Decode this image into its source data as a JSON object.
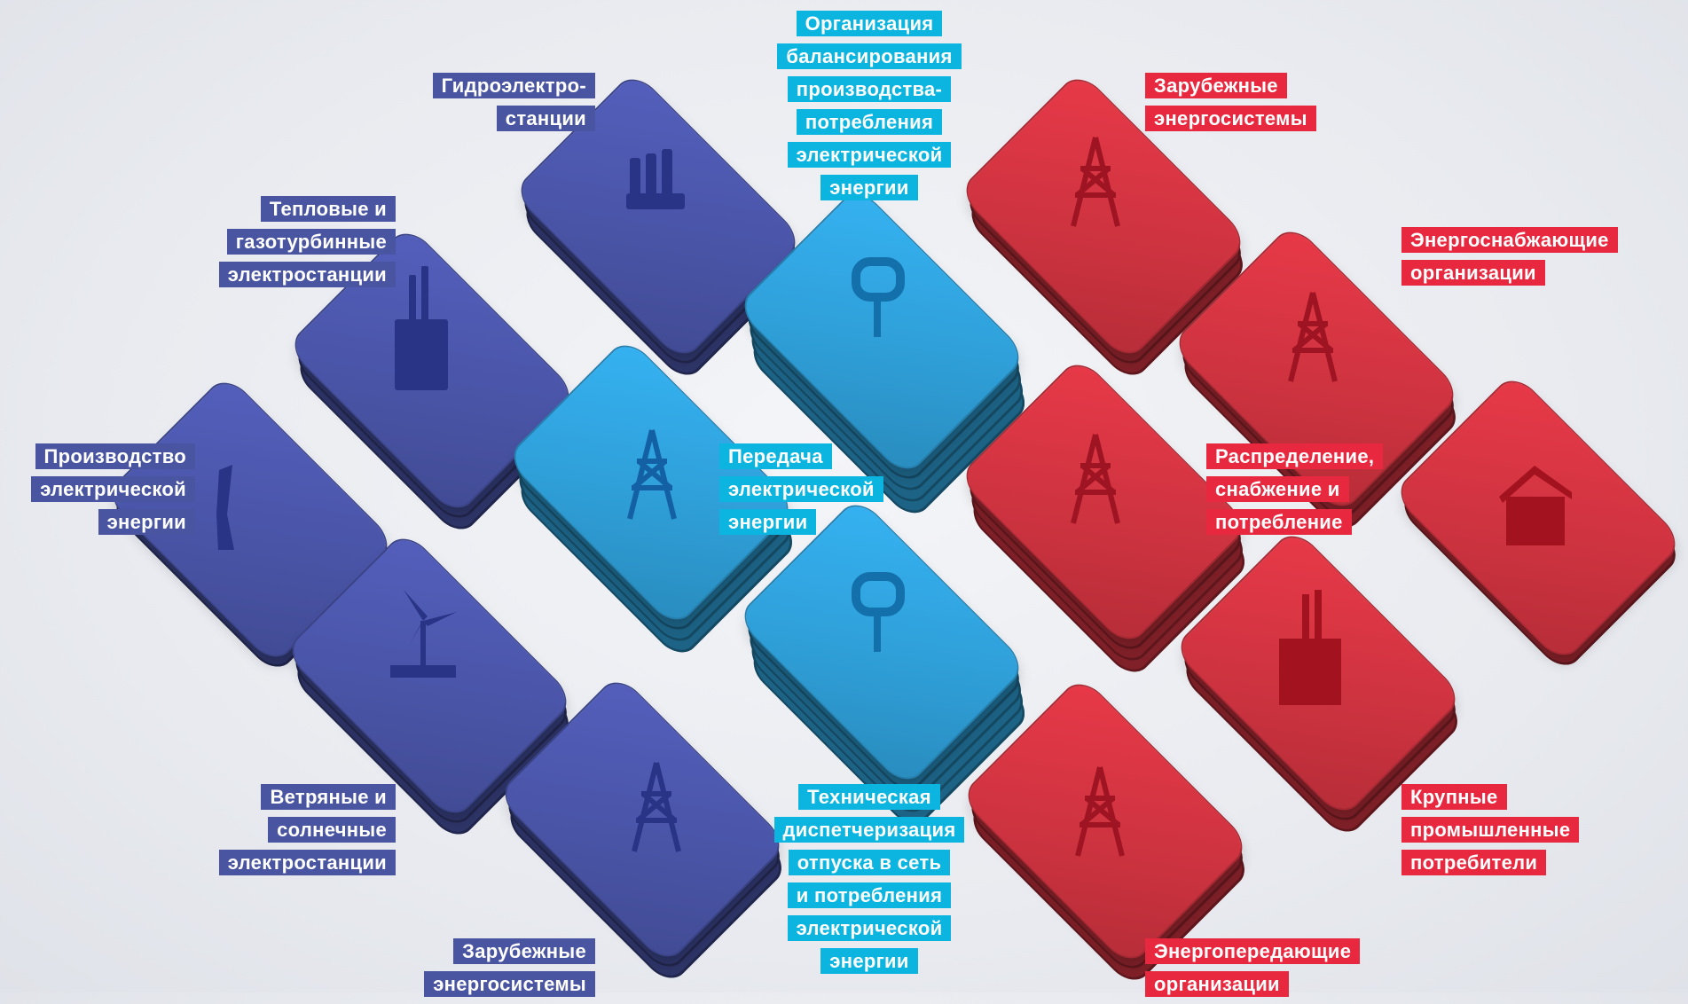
{
  "colors": {
    "navy_tile": "#4a55a8",
    "cyan_tile": "#2f9fd8",
    "red_tile": "#cf3340",
    "navy_label": "#4a55a2",
    "cyan_label": "#0bb5df",
    "red_label": "#e8283f"
  },
  "tiles": [
    {
      "id": "hydro",
      "color": "navy",
      "icon": "hydro-plant-icon"
    },
    {
      "id": "thermal",
      "color": "navy",
      "icon": "thermal-plant-icon"
    },
    {
      "id": "production",
      "color": "navy",
      "icon": "power-plug-icon"
    },
    {
      "id": "wind-solar",
      "color": "navy",
      "icon": "wind-turbine-icon"
    },
    {
      "id": "foreign-left",
      "color": "navy",
      "icon": "transmission-tower-icon"
    },
    {
      "id": "balancing-org",
      "color": "cyan",
      "icon": "plug-icon"
    },
    {
      "id": "transmission",
      "color": "cyan",
      "icon": "transmission-tower-icon"
    },
    {
      "id": "dispatch",
      "color": "cyan",
      "icon": "plug-icon"
    },
    {
      "id": "foreign-right",
      "color": "red",
      "icon": "transmission-tower-icon"
    },
    {
      "id": "supply-orgs",
      "color": "red",
      "icon": "transmission-tower-icon"
    },
    {
      "id": "distribution",
      "color": "red",
      "icon": "transmission-tower-icon"
    },
    {
      "id": "household",
      "color": "red",
      "icon": "house-icon"
    },
    {
      "id": "industrial",
      "color": "red",
      "icon": "factory-icon"
    },
    {
      "id": "grid-orgs",
      "color": "red",
      "icon": "transmission-tower-icon"
    }
  ],
  "labels": {
    "hydro": [
      "Гидроэлектро-",
      "станции"
    ],
    "thermal": [
      "Тепловые и",
      "газотурбинные",
      "электростанции"
    ],
    "production": [
      "Производство",
      "электрической",
      "энергии"
    ],
    "wind_solar": [
      "Ветряные и",
      "солнечные",
      "электростанции"
    ],
    "foreign_left": [
      "Зарубежные",
      "энергосистемы"
    ],
    "balancing_org": [
      "Организация",
      "балансирования",
      "производства-",
      "потребления",
      "электрической",
      "энергии"
    ],
    "transmission": [
      "Передача",
      "электрической",
      "энергии"
    ],
    "dispatch": [
      "Техническая",
      "диспетчеризация",
      "отпуска в сеть",
      "и потребления",
      "электрической",
      "энергии"
    ],
    "foreign_right": [
      "Зарубежные",
      "энергосистемы"
    ],
    "supply_orgs": [
      "Энергоснабжающие",
      "организации"
    ],
    "distribution": [
      "Распределение,",
      "снабжение и",
      "потребление"
    ],
    "industrial": [
      "Крупные",
      "промышленные",
      "потребители"
    ],
    "grid_orgs": [
      "Энергопередающие",
      "организации"
    ]
  }
}
